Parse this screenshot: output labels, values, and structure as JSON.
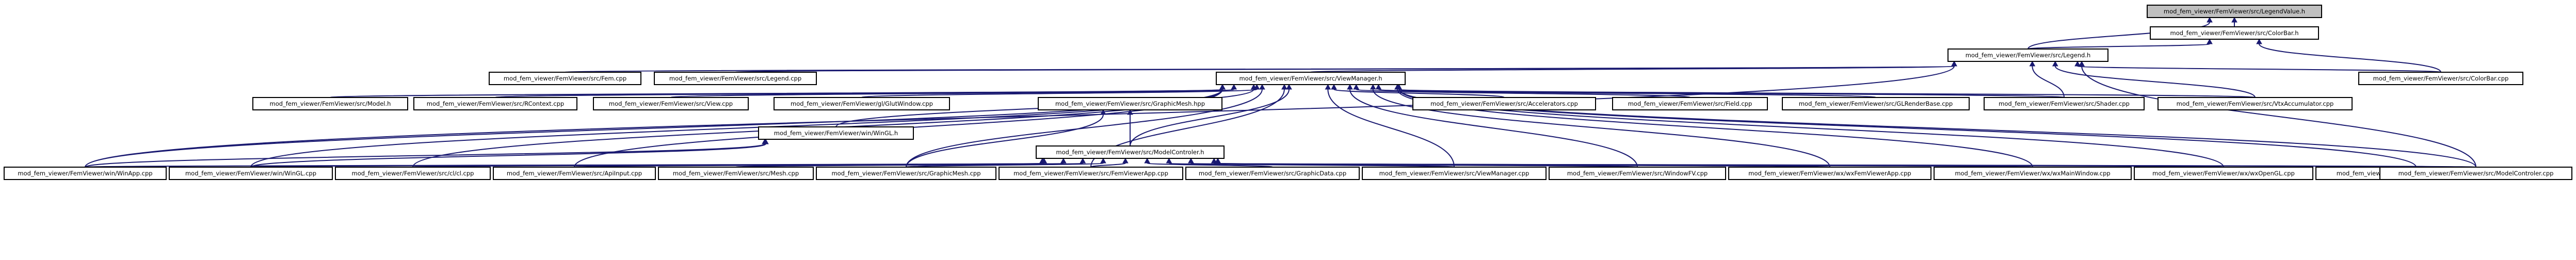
{
  "graph": {
    "root": "mod_fem_viewer/FemViewer/src/LegendValue.h",
    "colors": {
      "edge": "#191970",
      "root_fill": "#bfbfbf",
      "node_fill": "#ffffff",
      "node_border": "#000000"
    },
    "nodes": [
      {
        "id": "LegendValue",
        "label": "mod_fem_viewer/FemViewer/src/LegendValue.h",
        "kind": "header",
        "root": true
      },
      {
        "id": "ColorBar_h",
        "label": "mod_fem_viewer/FemViewer/src/ColorBar.h",
        "kind": "header"
      },
      {
        "id": "Legend_h",
        "label": "mod_fem_viewer/FemViewer/src/Legend.h",
        "kind": "header"
      },
      {
        "id": "Fem_cpp",
        "label": "mod_fem_viewer/FemViewer/src/Fem.cpp",
        "kind": "source"
      },
      {
        "id": "Legend_cpp",
        "label": "mod_fem_viewer/FemViewer/src/Legend.cpp",
        "kind": "source"
      },
      {
        "id": "ViewManager_h",
        "label": "mod_fem_viewer/FemViewer/src/ViewManager.h",
        "kind": "header"
      },
      {
        "id": "ColorBar_cpp",
        "label": "mod_fem_viewer/FemViewer/src/ColorBar.cpp",
        "kind": "source"
      },
      {
        "id": "Model_h",
        "label": "mod_fem_viewer/FemViewer/src/Model.h",
        "kind": "header"
      },
      {
        "id": "RContext_cpp",
        "label": "mod_fem_viewer/FemViewer/src/RContext.cpp",
        "kind": "source"
      },
      {
        "id": "View_cpp",
        "label": "mod_fem_viewer/FemViewer/src/View.cpp",
        "kind": "source"
      },
      {
        "id": "GlutWindow_cpp",
        "label": "mod_fem_viewer/FemViewer/gl/GlutWindow.cpp",
        "kind": "source"
      },
      {
        "id": "GraphicMesh_hpp",
        "label": "mod_fem_viewer/FemViewer/src/GraphicMesh.hpp",
        "kind": "header"
      },
      {
        "id": "Accelerators_cpp",
        "label": "mod_fem_viewer/FemViewer/src/Accelerators.cpp",
        "kind": "source"
      },
      {
        "id": "Field_cpp",
        "label": "mod_fem_viewer/FemViewer/src/Field.cpp",
        "kind": "source"
      },
      {
        "id": "GLRenderBase_cpp",
        "label": "mod_fem_viewer/FemViewer/src/GLRenderBase.cpp",
        "kind": "source"
      },
      {
        "id": "Shader_cpp",
        "label": "mod_fem_viewer/FemViewer/src/Shader.cpp",
        "kind": "source"
      },
      {
        "id": "VtxAccumulator_cpp",
        "label": "mod_fem_viewer/FemViewer/src/VtxAccumulator.cpp",
        "kind": "source"
      },
      {
        "id": "WinGL_h",
        "label": "mod_fem_viewer/FemViewer/win/WinGL.h",
        "kind": "header"
      },
      {
        "id": "ModelControler_h",
        "label": "mod_fem_viewer/FemViewer/src/ModelControler.h",
        "kind": "header"
      },
      {
        "id": "WinApp_cpp",
        "label": "mod_fem_viewer/FemViewer/win/WinApp.cpp",
        "kind": "source"
      },
      {
        "id": "WinGL_cpp",
        "label": "mod_fem_viewer/FemViewer/win/WinGL.cpp",
        "kind": "source"
      },
      {
        "id": "cl_cpp",
        "label": "mod_fem_viewer/FemViewer/src/cl/cl.cpp",
        "kind": "source"
      },
      {
        "id": "ApiInput_cpp",
        "label": "mod_fem_viewer/FemViewer/src/ApiInput.cpp",
        "kind": "source"
      },
      {
        "id": "Mesh_cpp",
        "label": "mod_fem_viewer/FemViewer/src/Mesh.cpp",
        "kind": "source"
      },
      {
        "id": "GraphicMesh_cpp",
        "label": "mod_fem_viewer/FemViewer/src/GraphicMesh.cpp",
        "kind": "source"
      },
      {
        "id": "FemViewerApp_cpp",
        "label": "mod_fem_viewer/FemViewer/src/FemViewerApp.cpp",
        "kind": "source"
      },
      {
        "id": "GraphicData_cpp",
        "label": "mod_fem_viewer/FemViewer/src/GraphicData.cpp",
        "kind": "source"
      },
      {
        "id": "ViewManager_cpp",
        "label": "mod_fem_viewer/FemViewer/src/ViewManager.cpp",
        "kind": "source"
      },
      {
        "id": "WindowFV_cpp",
        "label": "mod_fem_viewer/FemViewer/src/WindowFV.cpp",
        "kind": "source"
      },
      {
        "id": "wxFemViewerApp_cpp",
        "label": "mod_fem_viewer/FemViewer/wx/wxFemViewerApp.cpp",
        "kind": "source"
      },
      {
        "id": "wxMainWindow_cpp",
        "label": "mod_fem_viewer/FemViewer/wx/wxMainWindow.cpp",
        "kind": "source"
      },
      {
        "id": "wxOpenGL_cpp",
        "label": "mod_fem_viewer/FemViewer/wx/wxOpenGL.cpp",
        "kind": "source"
      },
      {
        "id": "wxSolCalcDialog_cpp",
        "label": "mod_fem_viewer/FemViewer/wx/wxSolCalcDialog.cpp",
        "kind": "source"
      },
      {
        "id": "ModelControler_cpp",
        "label": "mod_fem_viewer/FemViewer/src/ModelControler.cpp",
        "kind": "source"
      }
    ],
    "edges": [
      [
        "ColorBar_h",
        "LegendValue"
      ],
      [
        "Legend_h",
        "LegendValue"
      ],
      [
        "Legend_h",
        "ColorBar_h"
      ],
      [
        "ColorBar_cpp",
        "ColorBar_h"
      ],
      [
        "Fem_cpp",
        "Legend_h"
      ],
      [
        "Legend_cpp",
        "Legend_h"
      ],
      [
        "ViewManager_h",
        "Legend_h"
      ],
      [
        "ColorBar_cpp",
        "Legend_h"
      ],
      [
        "Shader_cpp",
        "Legend_h"
      ],
      [
        "VtxAccumulator_cpp",
        "Legend_h"
      ],
      [
        "ModelControler_cpp",
        "Legend_h"
      ],
      [
        "WinApp_cpp",
        "Legend_h"
      ],
      [
        "Model_h",
        "ViewManager_h"
      ],
      [
        "RContext_cpp",
        "ViewManager_h"
      ],
      [
        "View_cpp",
        "ViewManager_h"
      ],
      [
        "GlutWindow_cpp",
        "ViewManager_h"
      ],
      [
        "Accelerators_cpp",
        "ViewManager_h"
      ],
      [
        "Field_cpp",
        "ViewManager_h"
      ],
      [
        "GLRenderBase_cpp",
        "ViewManager_h"
      ],
      [
        "Shader_cpp",
        "ViewManager_h"
      ],
      [
        "VtxAccumulator_cpp",
        "ViewManager_h"
      ],
      [
        "WinGL_h",
        "ViewManager_h"
      ],
      [
        "ModelControler_h",
        "ViewManager_h"
      ],
      [
        "WinApp_cpp",
        "ViewManager_h"
      ],
      [
        "WinGL_cpp",
        "ViewManager_h"
      ],
      [
        "cl_cpp",
        "ViewManager_h"
      ],
      [
        "ApiInput_cpp",
        "ViewManager_h"
      ],
      [
        "GraphicMesh_cpp",
        "ViewManager_h"
      ],
      [
        "FemViewerApp_cpp",
        "ViewManager_h"
      ],
      [
        "ViewManager_cpp",
        "ViewManager_h"
      ],
      [
        "WindowFV_cpp",
        "ViewManager_h"
      ],
      [
        "wxFemViewerApp_cpp",
        "ViewManager_h"
      ],
      [
        "wxMainWindow_cpp",
        "ViewManager_h"
      ],
      [
        "wxOpenGL_cpp",
        "ViewManager_h"
      ],
      [
        "wxSolCalcDialog_cpp",
        "ViewManager_h"
      ],
      [
        "ModelControler_cpp",
        "ViewManager_h"
      ],
      [
        "ModelControler_h",
        "GraphicMesh_hpp"
      ],
      [
        "GraphicMesh_cpp",
        "GraphicMesh_hpp"
      ],
      [
        "WinApp_cpp",
        "WinGL_h"
      ],
      [
        "WinGL_cpp",
        "WinGL_h"
      ],
      [
        "WinApp_cpp",
        "ModelControler_h"
      ],
      [
        "WinGL_cpp",
        "ModelControler_h"
      ],
      [
        "cl_cpp",
        "ModelControler_h"
      ],
      [
        "ApiInput_cpp",
        "ModelControler_h"
      ],
      [
        "Mesh_cpp",
        "ModelControler_h"
      ],
      [
        "GraphicMesh_cpp",
        "ModelControler_h"
      ],
      [
        "FemViewerApp_cpp",
        "ModelControler_h"
      ],
      [
        "GraphicData_cpp",
        "ModelControler_h"
      ],
      [
        "ViewManager_cpp",
        "ModelControler_h"
      ],
      [
        "WindowFV_cpp",
        "ModelControler_h"
      ],
      [
        "wxFemViewerApp_cpp",
        "ModelControler_h"
      ],
      [
        "wxMainWindow_cpp",
        "ModelControler_h"
      ],
      [
        "wxOpenGL_cpp",
        "ModelControler_h"
      ],
      [
        "wxSolCalcDialog_cpp",
        "ModelControler_h"
      ],
      [
        "ModelControler_cpp",
        "ModelControler_h"
      ]
    ]
  }
}
